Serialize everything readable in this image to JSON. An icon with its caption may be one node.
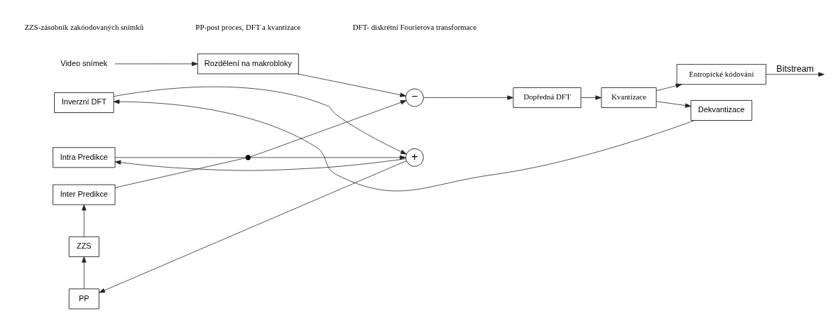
{
  "diagram": {
    "nodes": [
      {
        "text": [
          "Video snímek"
        ]
      },
      {
        "text": [
          "Rozdělení na makrobloky"
        ]
      },
      {
        "text": [
          "−"
        ]
      },
      {
        "text": [
          "Dopředná DFT"
        ]
      },
      {
        "text": [
          "Kvantizace"
        ]
      },
      {
        "text": [
          "Entropické kódování"
        ]
      },
      {
        "text": [
          "Intra Predikce"
        ]
      },
      {
        "text": [],
        "shape": "switch"
      },
      {
        "text": [
          "Inter Predikce"
        ]
      },
      {
        "text": [
          "ZZS"
        ]
      },
      {
        "text": [
          "PP"
        ]
      },
      {
        "text": [
          "+"
        ]
      },
      {
        "text": [
          "Inverzní DFT"
        ]
      },
      {
        "text": [
          "Dekvantizace"
        ]
      }
    ],
    "edges": [
      {
        "from": 0,
        "to": 1,
        "arrow": "to"
      },
      {
        "from": 1,
        "to": 2,
        "arrow": "to"
      },
      {
        "from": 2,
        "to": 3,
        "arrow": "to"
      },
      {
        "from": 3,
        "to": 4,
        "arrow": "to"
      },
      {
        "from": 4,
        "to": 5,
        "arrow": "to"
      },
      {
        "from": 5,
        "to": null,
        "arrow": "to",
        "label": "Bitstream"
      },
      {
        "from": 4,
        "to": 13,
        "arrow": "to"
      },
      {
        "from": 13,
        "to": 12,
        "arrow": "to"
      },
      {
        "from": 12,
        "to": 11,
        "arrow": "to"
      },
      {
        "from": 11,
        "to": 6,
        "arrow": "to"
      },
      {
        "from": 11,
        "to": 10,
        "arrow": "to"
      },
      {
        "from": 10,
        "to": 9,
        "arrow": "to"
      },
      {
        "from": 9,
        "to": 8,
        "arrow": "to"
      },
      {
        "from": 6,
        "to": 7,
        "arrow": "none"
      },
      {
        "from": 8,
        "to": 7,
        "arrow": "none"
      },
      {
        "from": 7,
        "to": 2,
        "arrow": "to"
      },
      {
        "from": 7,
        "to": 11,
        "arrow": "to"
      }
    ],
    "labels": [
      "ZZS-zásobník zakóodovaných snímků",
      "PP-post proces, DFT a kvantizace",
      "DFT- diskrétní Fourierova transformace"
    ]
  }
}
